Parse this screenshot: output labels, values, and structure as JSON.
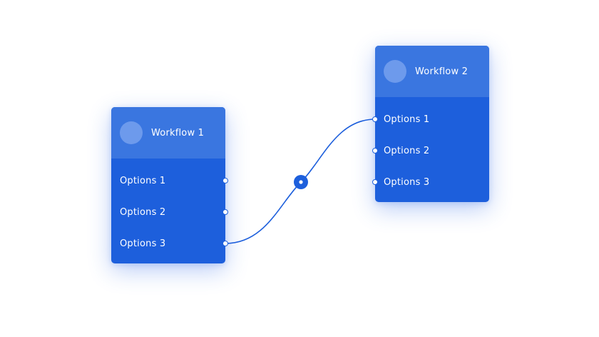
{
  "cards": [
    {
      "title": "Workflow 1",
      "options": [
        "Options 1",
        "Options 2",
        "Options 3"
      ]
    },
    {
      "title": "Workflow 2",
      "options": [
        "Options 1",
        "Options 2",
        "Options 3"
      ]
    }
  ],
  "connection": {
    "from_card": "Workflow 1",
    "from_option": "Options 3",
    "to_card": "Workflow 2",
    "to_option": "Options 1"
  },
  "colors": {
    "card_body": "#1d5fdc",
    "card_header": "#3a76e0",
    "avatar": "#6d9aec",
    "connector": "#1d5fdc",
    "text": "#ffffff"
  }
}
